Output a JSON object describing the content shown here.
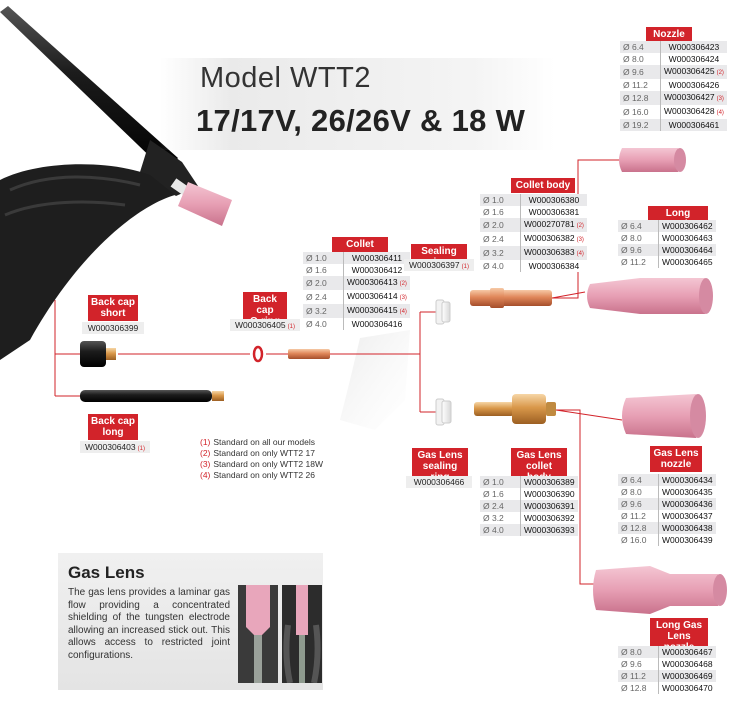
{
  "title": {
    "model": "Model WTT2",
    "variants": "17/17V, 26/26V & 18 W"
  },
  "nozzle": {
    "label": "Nozzle",
    "rows": [
      {
        "dia": "Ø 6.4",
        "art": "W000306423",
        "ref": ""
      },
      {
        "dia": "Ø 8.0",
        "art": "W000306424",
        "ref": ""
      },
      {
        "dia": "Ø 9.6",
        "art": "W000306425",
        "ref": "(2)"
      },
      {
        "dia": "Ø 11.2",
        "art": "W000306426",
        "ref": ""
      },
      {
        "dia": "Ø 12.8",
        "art": "W000306427",
        "ref": "(3)"
      },
      {
        "dia": "Ø 16.0",
        "art": "W000306428",
        "ref": "(4)"
      },
      {
        "dia": "Ø 19.2",
        "art": "W000306461",
        "ref": ""
      }
    ]
  },
  "collet_body": {
    "label": "Collet body",
    "rows": [
      {
        "dia": "Ø 1.0",
        "art": "W000306380",
        "ref": ""
      },
      {
        "dia": "Ø 1.6",
        "art": "W000306381",
        "ref": ""
      },
      {
        "dia": "Ø 2.0",
        "art": "W000270781",
        "ref": "(2)"
      },
      {
        "dia": "Ø 2.4",
        "art": "W000306382",
        "ref": "(3)"
      },
      {
        "dia": "Ø 3.2",
        "art": "W000306383",
        "ref": "(4)"
      },
      {
        "dia": "Ø 4.0",
        "art": "W000306384",
        "ref": ""
      }
    ]
  },
  "long_nozzle": {
    "label": "Long nozzle",
    "rows": [
      {
        "dia": "Ø 6.4",
        "art": "W000306462",
        "ref": ""
      },
      {
        "dia": "Ø 8.0",
        "art": "W000306463",
        "ref": ""
      },
      {
        "dia": "Ø 9.6",
        "art": "W000306464",
        "ref": ""
      },
      {
        "dia": "Ø 11.2",
        "art": "W000306465",
        "ref": ""
      }
    ]
  },
  "collet": {
    "label": "Collet",
    "rows": [
      {
        "dia": "Ø 1.0",
        "art": "W000306411",
        "ref": ""
      },
      {
        "dia": "Ø 1.6",
        "art": "W000306412",
        "ref": ""
      },
      {
        "dia": "Ø 2.0",
        "art": "W000306413",
        "ref": "(2)"
      },
      {
        "dia": "Ø 2.4",
        "art": "W000306414",
        "ref": "(3)"
      },
      {
        "dia": "Ø 3.2",
        "art": "W000306415",
        "ref": "(4)"
      },
      {
        "dia": "Ø 4.0",
        "art": "W000306416",
        "ref": ""
      }
    ]
  },
  "sealing_ring": {
    "label": "Sealing ring",
    "code": "W000306397",
    "ref": "(1)"
  },
  "back_cap_oring": {
    "label_line1": "Back cap",
    "label_line2": "O-ring",
    "code": "W000306405",
    "ref": "(1)"
  },
  "back_cap_short": {
    "label_line1": "Back cap",
    "label_line2": "short",
    "code": "W000306399"
  },
  "back_cap_long": {
    "label_line1": "Back cap",
    "label_line2": "long",
    "code": "W000306403",
    "ref": "(1)"
  },
  "gas_lens_sealing_ring": {
    "label_line1": "Gas Lens",
    "label_line2": "sealing ring",
    "code": "W000306466"
  },
  "gas_lens_collet_body": {
    "label_line1": "Gas Lens",
    "label_line2": "collet body",
    "rows": [
      {
        "dia": "Ø 1.0",
        "art": "W000306389",
        "ref": ""
      },
      {
        "dia": "Ø 1.6",
        "art": "W000306390",
        "ref": ""
      },
      {
        "dia": "Ø 2.4",
        "art": "W000306391",
        "ref": ""
      },
      {
        "dia": "Ø 3.2",
        "art": "W000306392",
        "ref": ""
      },
      {
        "dia": "Ø 4.0",
        "art": "W000306393",
        "ref": ""
      }
    ]
  },
  "gas_lens_nozzle": {
    "label_line1": "Gas Lens",
    "label_line2": "nozzle",
    "rows": [
      {
        "dia": "Ø 6.4",
        "art": "W000306434",
        "ref": ""
      },
      {
        "dia": "Ø 8.0",
        "art": "W000306435",
        "ref": ""
      },
      {
        "dia": "Ø 9.6",
        "art": "W000306436",
        "ref": ""
      },
      {
        "dia": "Ø 11.2",
        "art": "W000306437",
        "ref": ""
      },
      {
        "dia": "Ø 12.8",
        "art": "W000306438",
        "ref": ""
      },
      {
        "dia": "Ø 16.0",
        "art": "W000306439",
        "ref": ""
      }
    ]
  },
  "long_gas_lens_nozzle": {
    "label_line1": "Long Gas",
    "label_line2": "Lens nozzle",
    "rows": [
      {
        "dia": "Ø 8.0",
        "art": "W000306467",
        "ref": ""
      },
      {
        "dia": "Ø 9.6",
        "art": "W000306468",
        "ref": ""
      },
      {
        "dia": "Ø 11.2",
        "art": "W000306469",
        "ref": ""
      },
      {
        "dia": "Ø 12.8",
        "art": "W000306470",
        "ref": ""
      }
    ]
  },
  "footnotes": [
    {
      "num": "(1)",
      "text": "Standard on all our models"
    },
    {
      "num": "(2)",
      "text": "Standard on only WTT2 17"
    },
    {
      "num": "(3)",
      "text": "Standard on only WTT2 18W"
    },
    {
      "num": "(4)",
      "text": "Standard on only WTT2 26"
    }
  ],
  "gas_lens_info": {
    "title": "Gas Lens",
    "text": "The gas lens provides a laminar gas flow providing a concentrated shielding of the tungsten electrode allowing an increased stick out. This allows access to restricted joint configurations."
  },
  "colors": {
    "accent": "#d2232a",
    "ceramic_pink": "#e6a0b4",
    "brass": "#d9984a",
    "table_shade": "#e9e9eb"
  }
}
